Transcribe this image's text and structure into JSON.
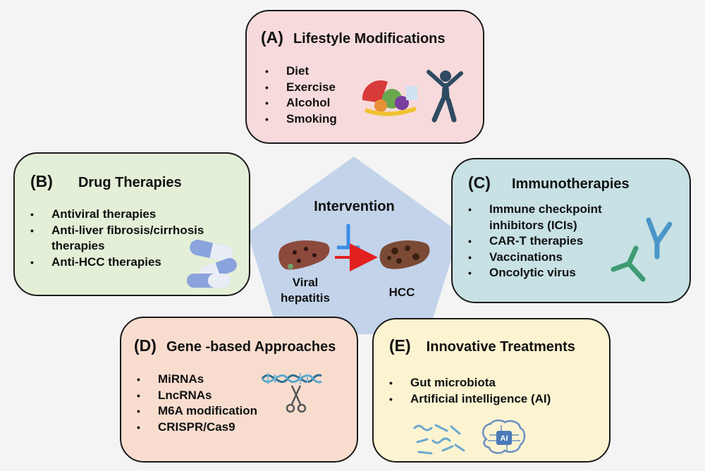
{
  "center": {
    "title": "Intervention",
    "left_label": "Viral\nhepatitis",
    "right_label": "HCC",
    "colors": {
      "pentagon": "#c3d3ea",
      "arrow": "#e32020",
      "inhibit": "#3a8ee6"
    }
  },
  "panels": {
    "A": {
      "letter": "(A)",
      "title": "Lifestyle Modifications",
      "items": [
        "Diet",
        "Exercise",
        "Alcohol",
        "Smoking"
      ],
      "icons": [
        "food-icon",
        "person-exercise-icon"
      ]
    },
    "B": {
      "letter": "(B)",
      "title": "Drug Therapies",
      "items": [
        "Antiviral therapies",
        "Anti-liver fibrosis/cirrhosis",
        "therapies",
        "Anti-HCC therapies"
      ],
      "icons": [
        "capsule-pills-icon"
      ]
    },
    "C": {
      "letter": "(C)",
      "title": "Immunotherapies",
      "items": [
        "Immune checkpoint",
        "inhibitors (ICIs)",
        "CAR-T therapies",
        "Vaccinations",
        "Oncolytic virus"
      ],
      "icons": [
        "antibody-icon"
      ]
    },
    "D": {
      "letter": "(D)",
      "title": "Gene -based Approaches",
      "items": [
        "MiRNAs",
        "LncRNAs",
        "M6A modification",
        "CRISPR/Cas9"
      ],
      "icons": [
        "dna-scissors-icon"
      ]
    },
    "E": {
      "letter": "(E)",
      "title": "Innovative Treatments",
      "items": [
        "Gut microbiota",
        "Artificial intelligence (AI)"
      ],
      "icons": [
        "bacteria-icon",
        "ai-brain-icon"
      ],
      "ai_text": "AI"
    }
  }
}
